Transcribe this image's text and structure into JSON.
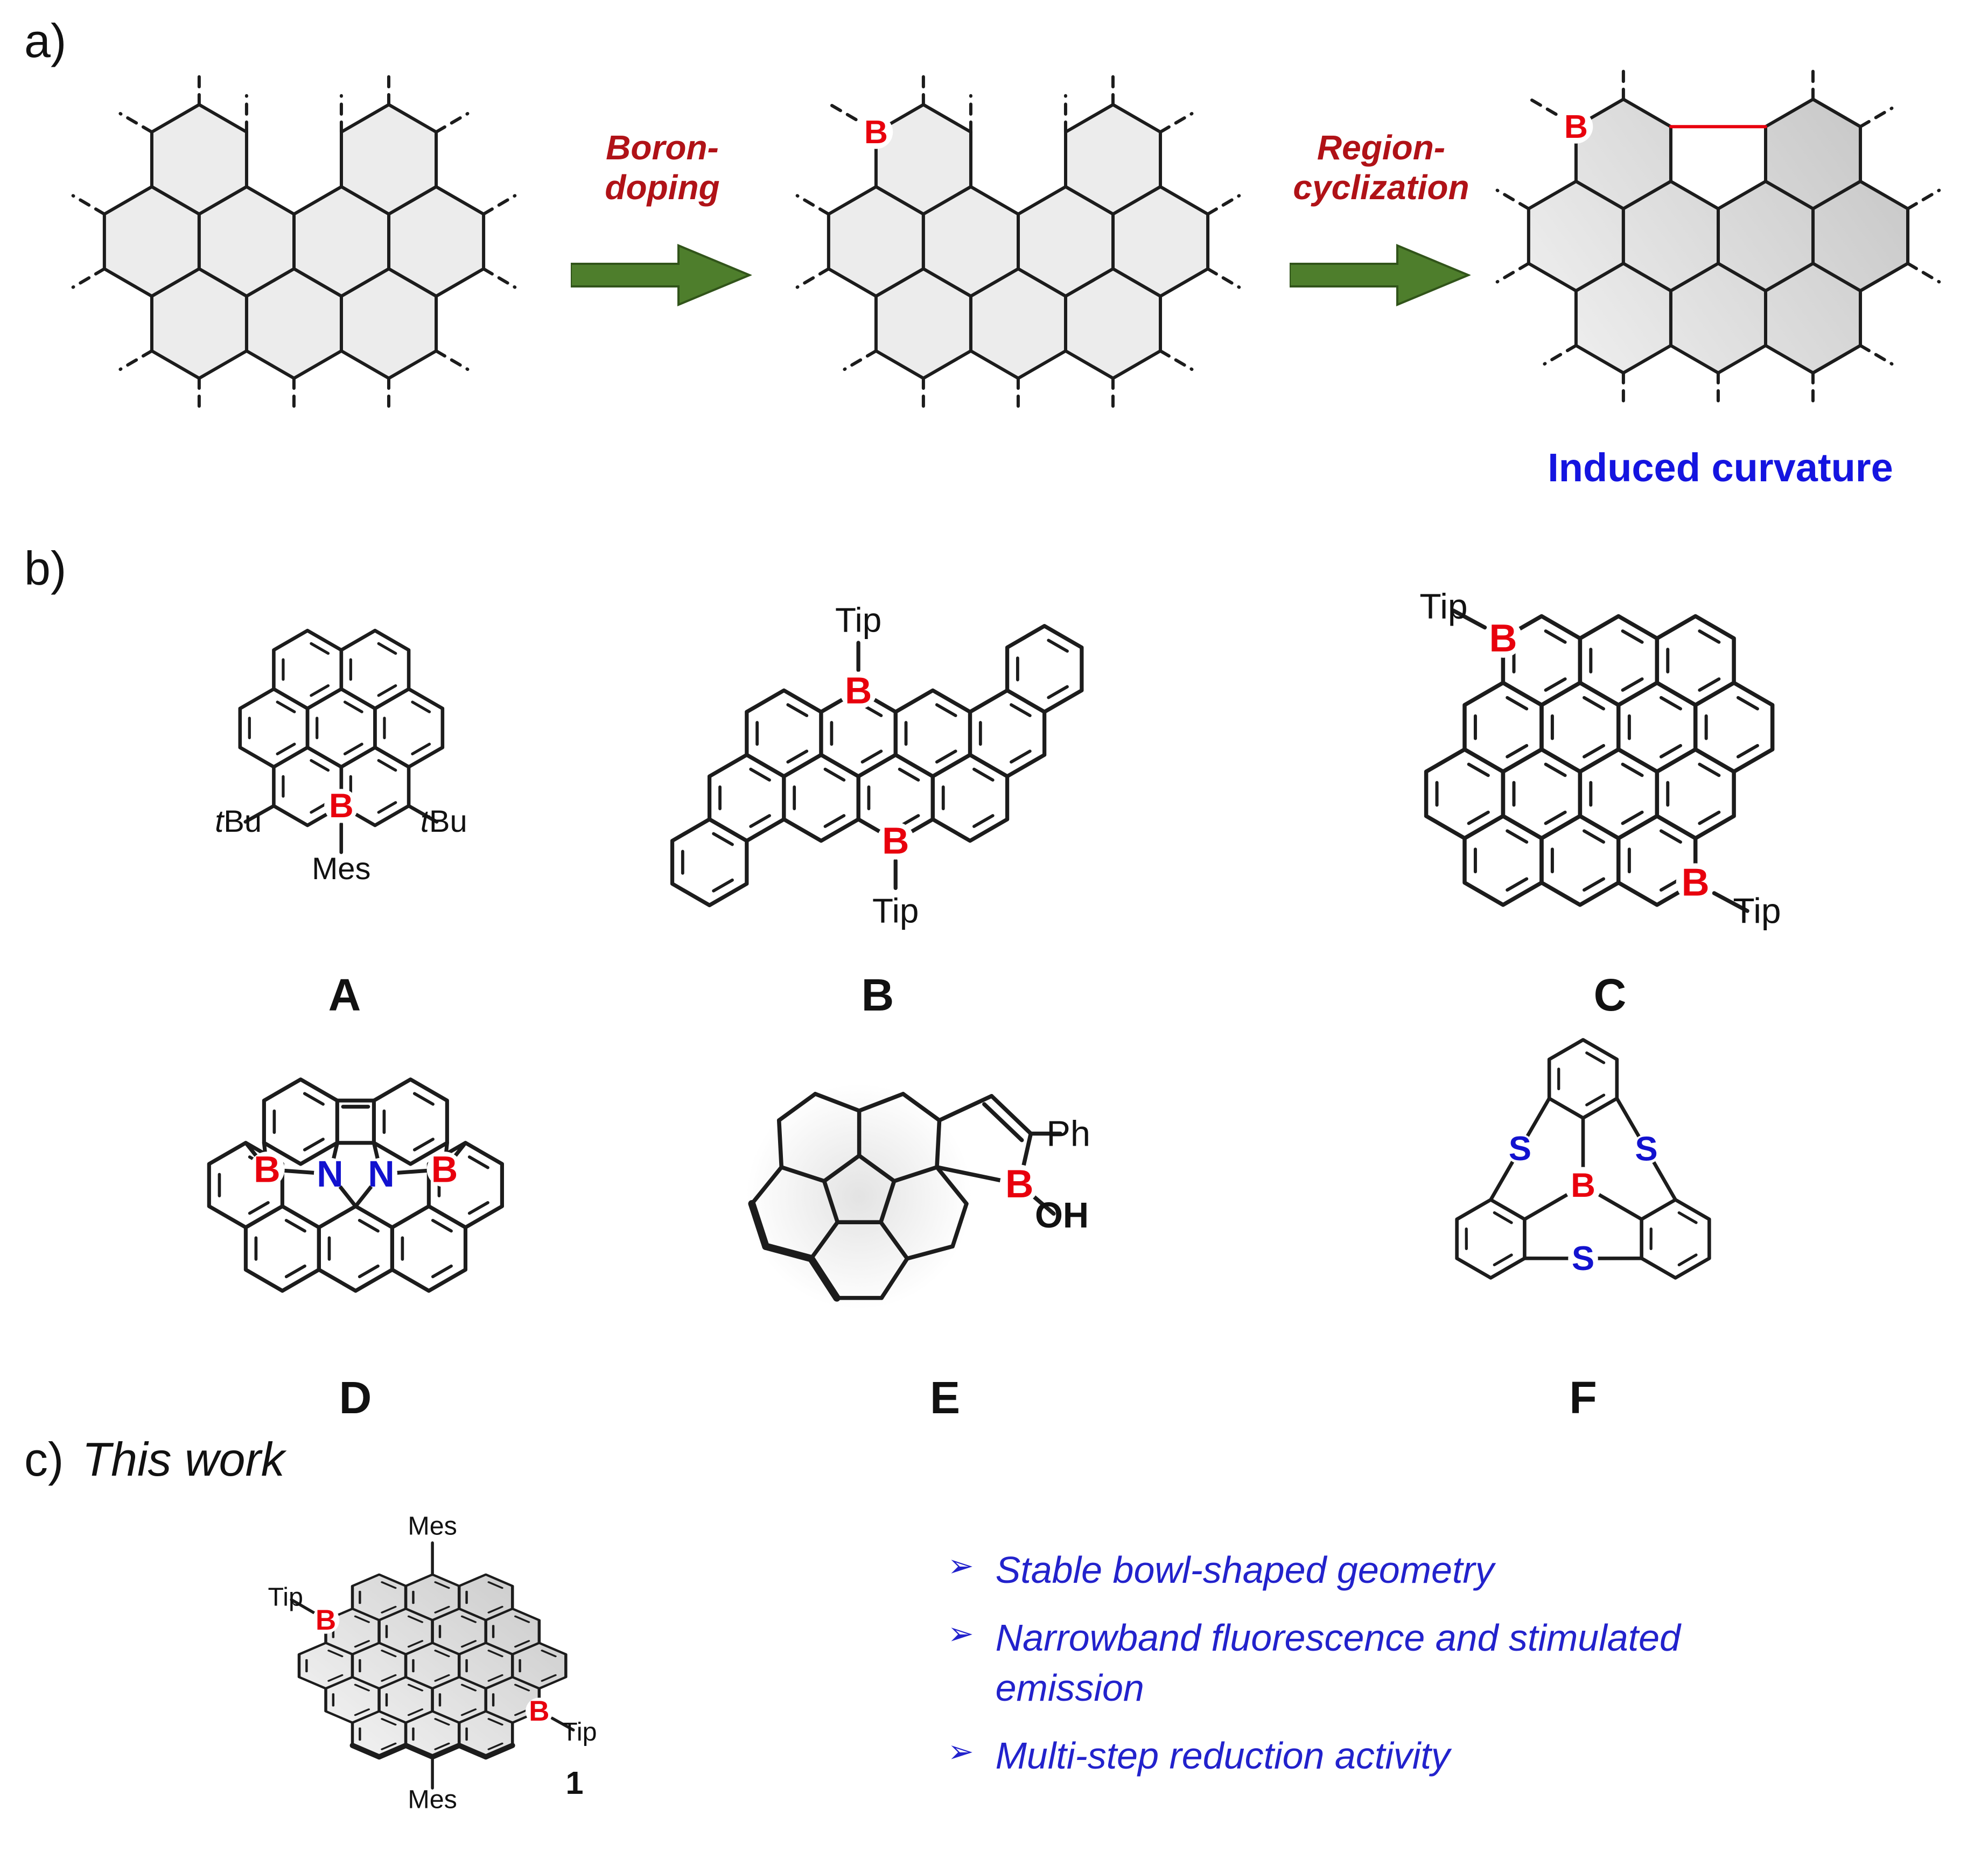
{
  "panel_a": {
    "label": "a)",
    "steps": [
      {
        "line1": "Boron-",
        "line2": "doping"
      },
      {
        "line1": "Region-",
        "line2": "cyclization"
      }
    ],
    "boron": "B",
    "caption": "Induced curvature"
  },
  "panel_b": {
    "label": "b)",
    "mol_a": {
      "name": "A",
      "boron": "B",
      "mes": "Mes",
      "tbu_t": "t",
      "tbu_rest": "Bu"
    },
    "mol_b": {
      "name": "B",
      "boron": "B",
      "tip": "Tip"
    },
    "mol_c": {
      "name": "C",
      "boron": "B",
      "tip": "Tip"
    },
    "mol_d": {
      "name": "D",
      "boron": "B",
      "nitrogen": "N"
    },
    "mol_e": {
      "name": "E",
      "boron": "B",
      "hydroxyl": "OH",
      "phenyl": "Ph"
    },
    "mol_f": {
      "name": "F",
      "boron": "B",
      "sulfur": "S"
    }
  },
  "panel_c": {
    "label": "c)",
    "title": "This work",
    "mol": {
      "name": "1",
      "boron": "B",
      "tip": "Tip",
      "mes": "Mes"
    },
    "bullet_marker": "➢",
    "bullets": [
      "Stable bowl-shaped geometry",
      "Narrowband fluorescence and stimulated emission",
      "Multi-step reduction activity"
    ]
  },
  "colors": {
    "boron_red": "#e8000d",
    "hetero_blue": "#1212cf",
    "arrow_green": "#4e7e2c",
    "step_red": "#b01217",
    "caption_blue": "#1414e0",
    "bullet_blue": "#2222cc"
  }
}
